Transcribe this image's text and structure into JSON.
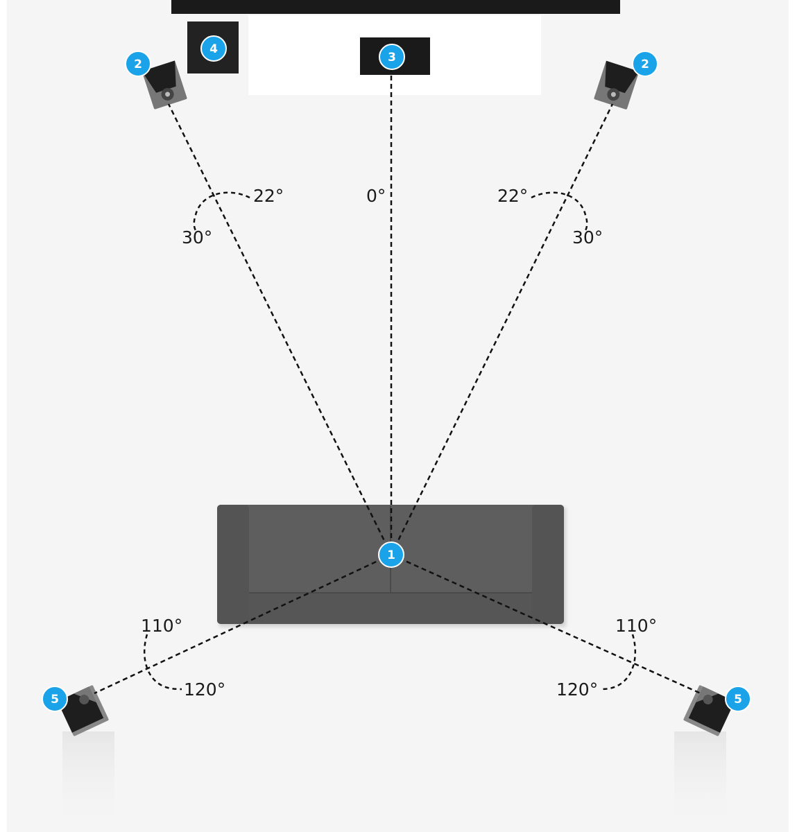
{
  "markers": {
    "listener": "1",
    "front_left": "2",
    "front_right": "2",
    "center": "3",
    "subwoofer": "4",
    "surround_left": "5",
    "surround_right": "5"
  },
  "angles": {
    "center": "0°",
    "front_left_min": "22°",
    "front_left_max": "30°",
    "front_right_min": "22°",
    "front_right_max": "30°",
    "surround_left_min": "110°",
    "surround_left_max": "120°",
    "surround_right_min": "110°",
    "surround_right_max": "120°"
  },
  "colors": {
    "marker": "#1aa3e8",
    "room": "#f5f5f5",
    "sofa": "#5a5a5a",
    "tv_stand": "#ffffff",
    "speaker": "#222222"
  }
}
